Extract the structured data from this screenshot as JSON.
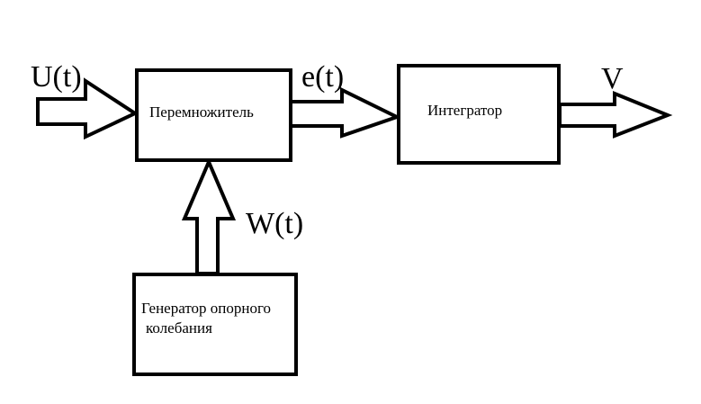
{
  "blocks": {
    "multiplier": {
      "label": "Перемножитель"
    },
    "integrator": {
      "label": "Интегратор"
    },
    "generator": {
      "label_line1": "Генератор опорного",
      "label_line2": "колебания"
    }
  },
  "signals": {
    "input": "U(t)",
    "product": "e(t)",
    "output": "V",
    "reference": "W(t)"
  }
}
